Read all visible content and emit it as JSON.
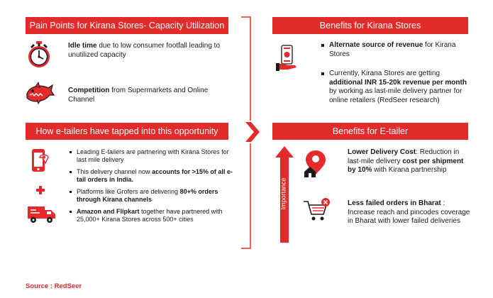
{
  "left": {
    "pain_title": "Pain Points for Kirana Stores- Capacity Utilization",
    "pain_items": [
      {
        "bold": "Idle time",
        "rest": " due to low consumer footfall leading to unutilized capacity",
        "icon": "stopwatch-icon"
      },
      {
        "bold": "Competition",
        "rest": " from Supermarkets and Online Channel",
        "icon": "shark-icon"
      }
    ],
    "tap_title": "How e-tailers have tapped into this opportunity",
    "tap_bullets": [
      {
        "pre": "Leading E-tailers are partnering with Kirana Stores for last mile delivery",
        "bold": "",
        "post": "",
        "icon": "mobile-shop-icon"
      },
      {
        "pre": "This delivery channel now ",
        "bold": "accounts for >15% of all e-tail orders in India.",
        "post": "",
        "icon": ""
      },
      {
        "pre": "Platforms like Grofers are delivering ",
        "bold": "80+% orders through Kirana channels",
        "post": "",
        "icon": "medical-cross-icon"
      },
      {
        "pre": "",
        "bold": "Amazon and Flipkart",
        "post": " together have partnered with 25,000+ Kirana Stores across 500+ cities",
        "icon": "delivery-truck-icon"
      }
    ]
  },
  "right": {
    "kirana_title": "Benefits for Kirana Stores",
    "kirana_bullets": [
      {
        "pre": "",
        "bold": "Alternate source of revenue",
        "post": " for Kirana Stores"
      },
      {
        "pre": "Currently, Kirana Stores are getting ",
        "bold": "additional INR 15-20k revenue per month",
        "post": " by working as last-mile delivery partner for online retailers (RedSeer research)"
      }
    ],
    "etailer_title": "Benefits for E-tailer",
    "etailer_items": [
      {
        "bold": "Lower Delivery Cost",
        "mid": ": Reduction in last-mile delivery ",
        "bold2": "cost per shipment by 10%",
        "post": " with Kirana partnership",
        "icon": "location-home-icon"
      },
      {
        "bold": "Less failed orders in Bharat",
        "mid": " : Increase reach and pincodes coverage in Bharat with lower failed deliveries",
        "bold2": "",
        "post": "",
        "icon": "cart-cancel-icon"
      }
    ],
    "importance_label": "Importance",
    "money_icon": "money-hand-icon"
  },
  "source": "Source : RedSeer",
  "colors": {
    "accent": "#e32b2b",
    "text": "#1a1a1a",
    "background": "#ffffff"
  }
}
